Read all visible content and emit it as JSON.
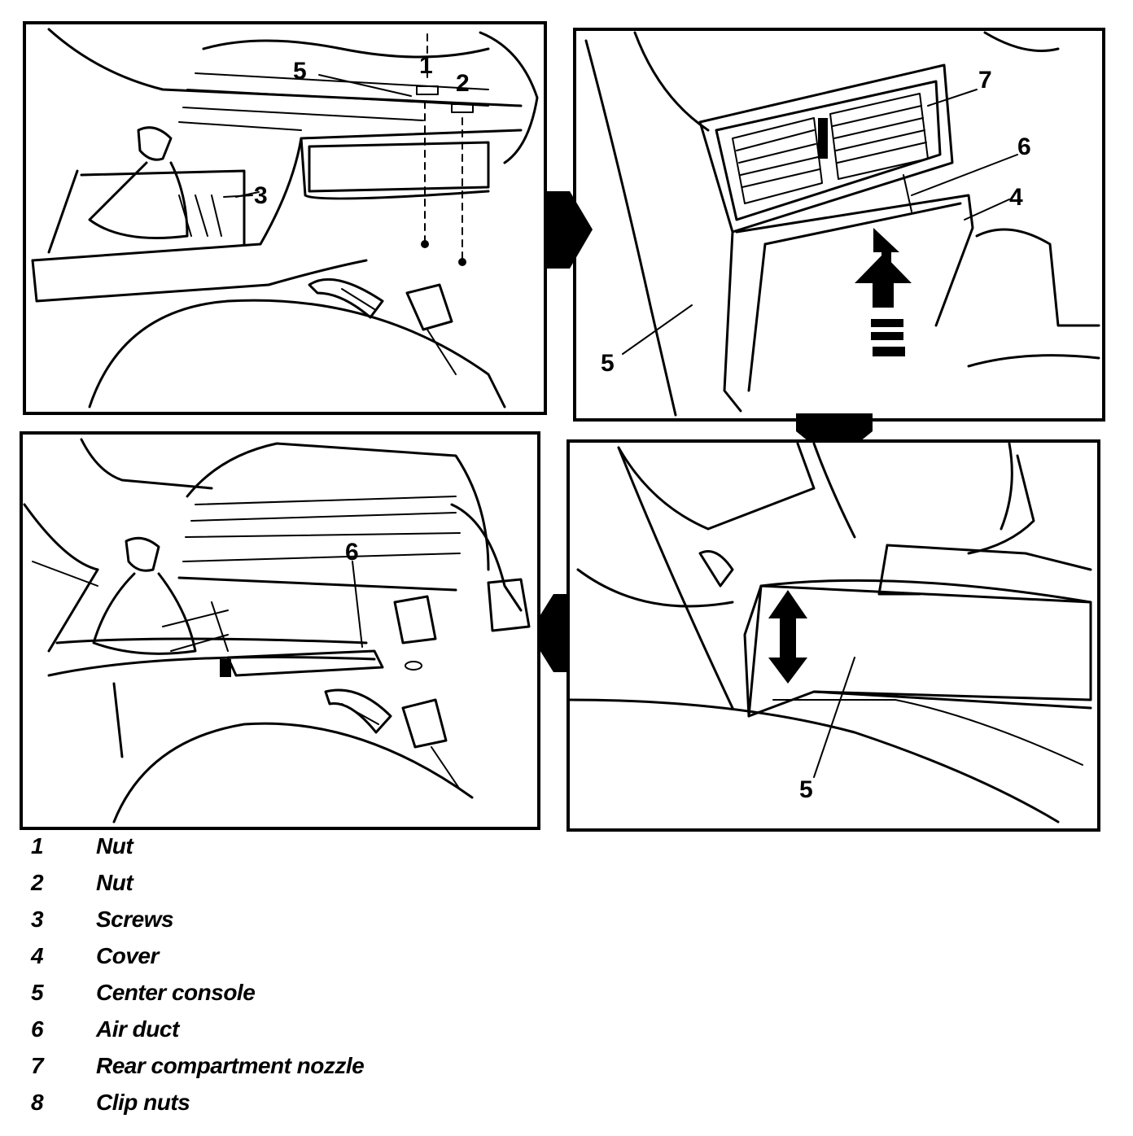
{
  "panels": {
    "top_left": {
      "callouts": [
        "5",
        "1",
        "2",
        "3"
      ]
    },
    "top_right": {
      "callouts": [
        "7",
        "6",
        "4",
        "5"
      ]
    },
    "bottom_left": {
      "callouts": [
        "6"
      ]
    },
    "bottom_right": {
      "callouts": [
        "5"
      ]
    }
  },
  "legend": [
    {
      "num": "1",
      "label": "Nut"
    },
    {
      "num": "2",
      "label": "Nut"
    },
    {
      "num": "3",
      "label": "Screws"
    },
    {
      "num": "4",
      "label": "Cover"
    },
    {
      "num": "5",
      "label": "Center console"
    },
    {
      "num": "6",
      "label": "Air duct"
    },
    {
      "num": "7",
      "label": "Rear compartment nozzle"
    },
    {
      "num": "8",
      "label": "Clip nuts"
    }
  ]
}
